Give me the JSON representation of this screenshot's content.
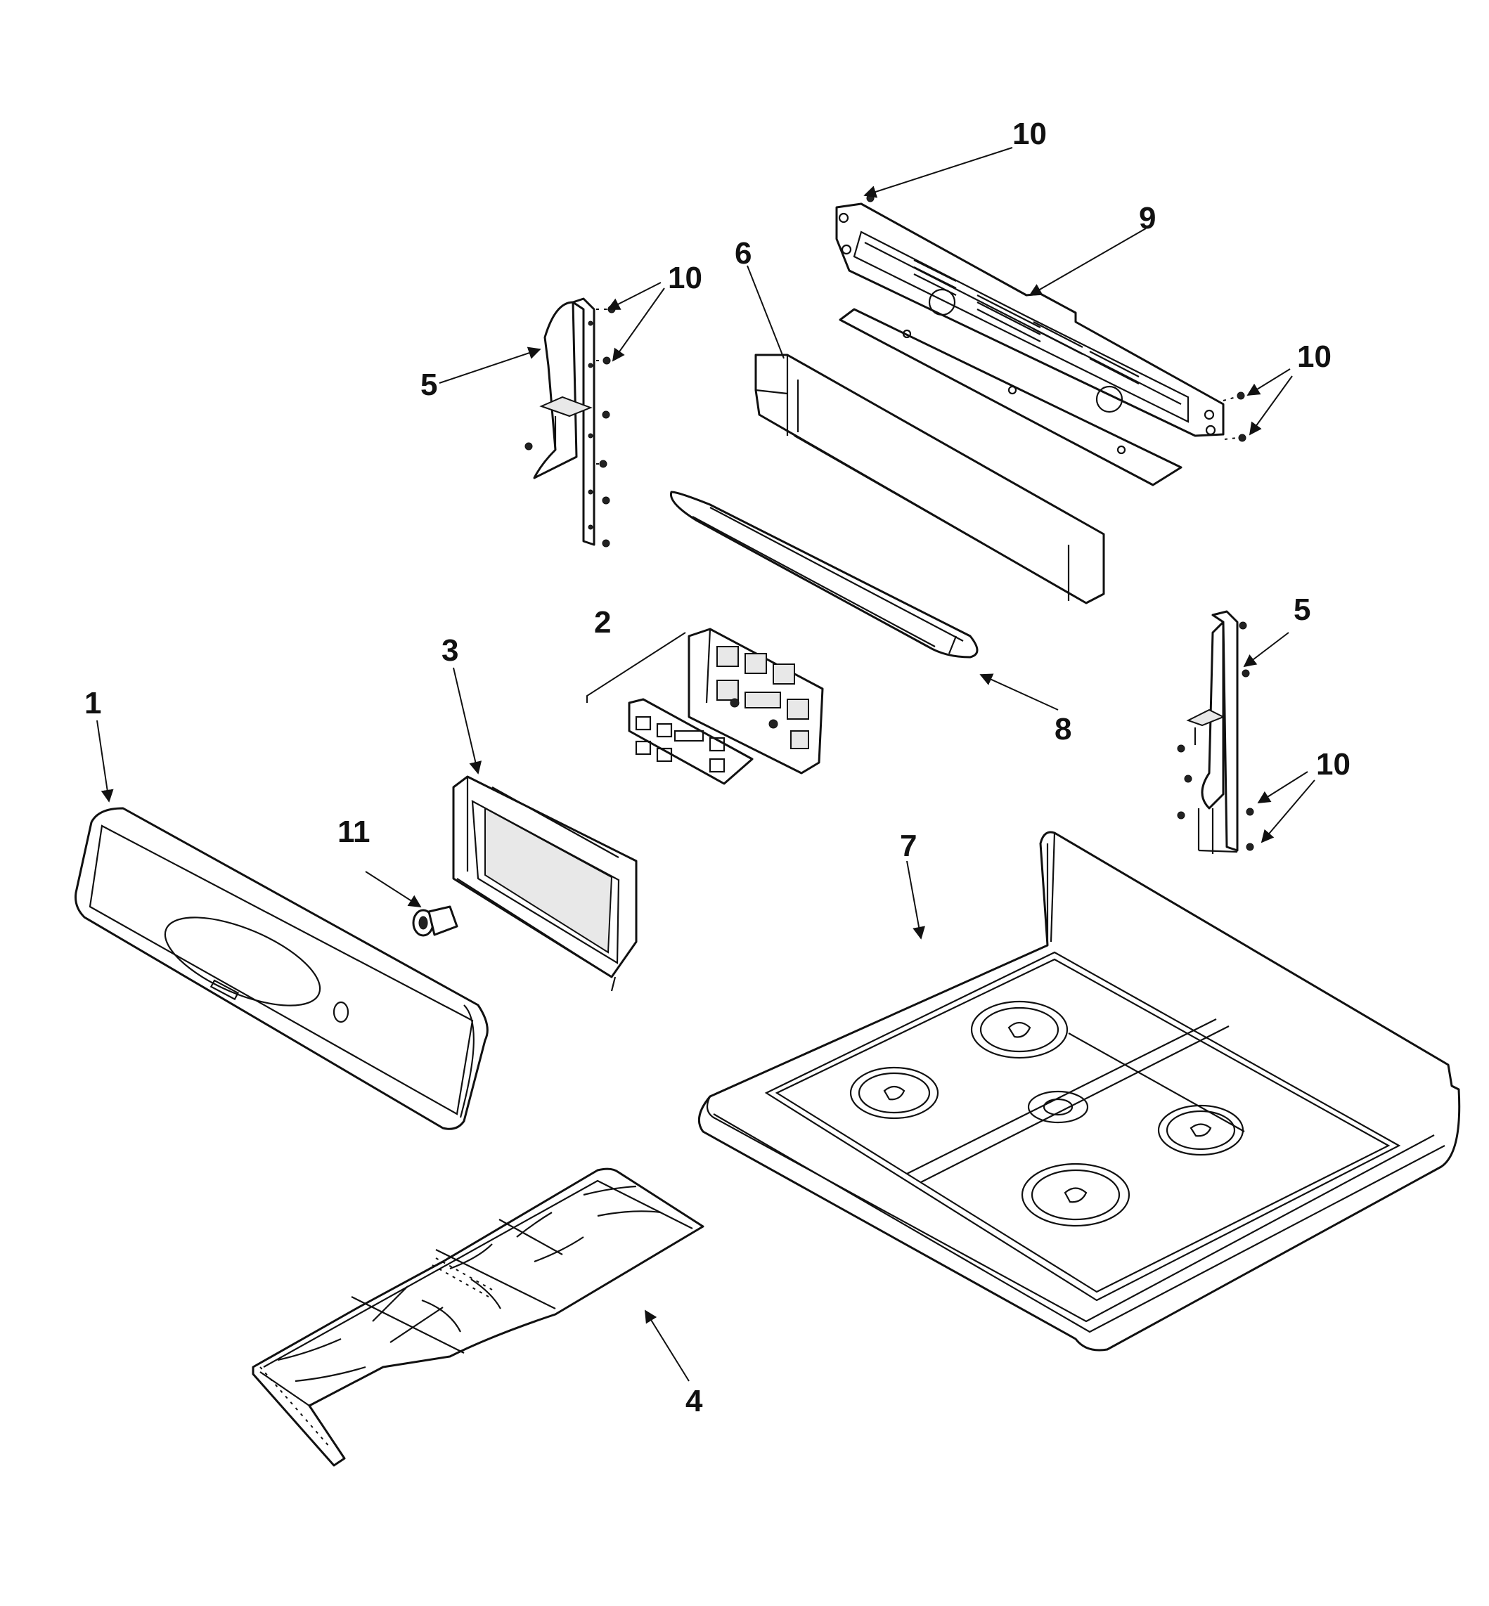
{
  "diagram": {
    "callouts": [
      "1",
      "2",
      "3",
      "4",
      "5",
      "5",
      "6",
      "7",
      "8",
      "9",
      "10",
      "10",
      "10",
      "10",
      "11"
    ],
    "colors": {
      "line": "#111111",
      "background": "#ffffff"
    }
  }
}
